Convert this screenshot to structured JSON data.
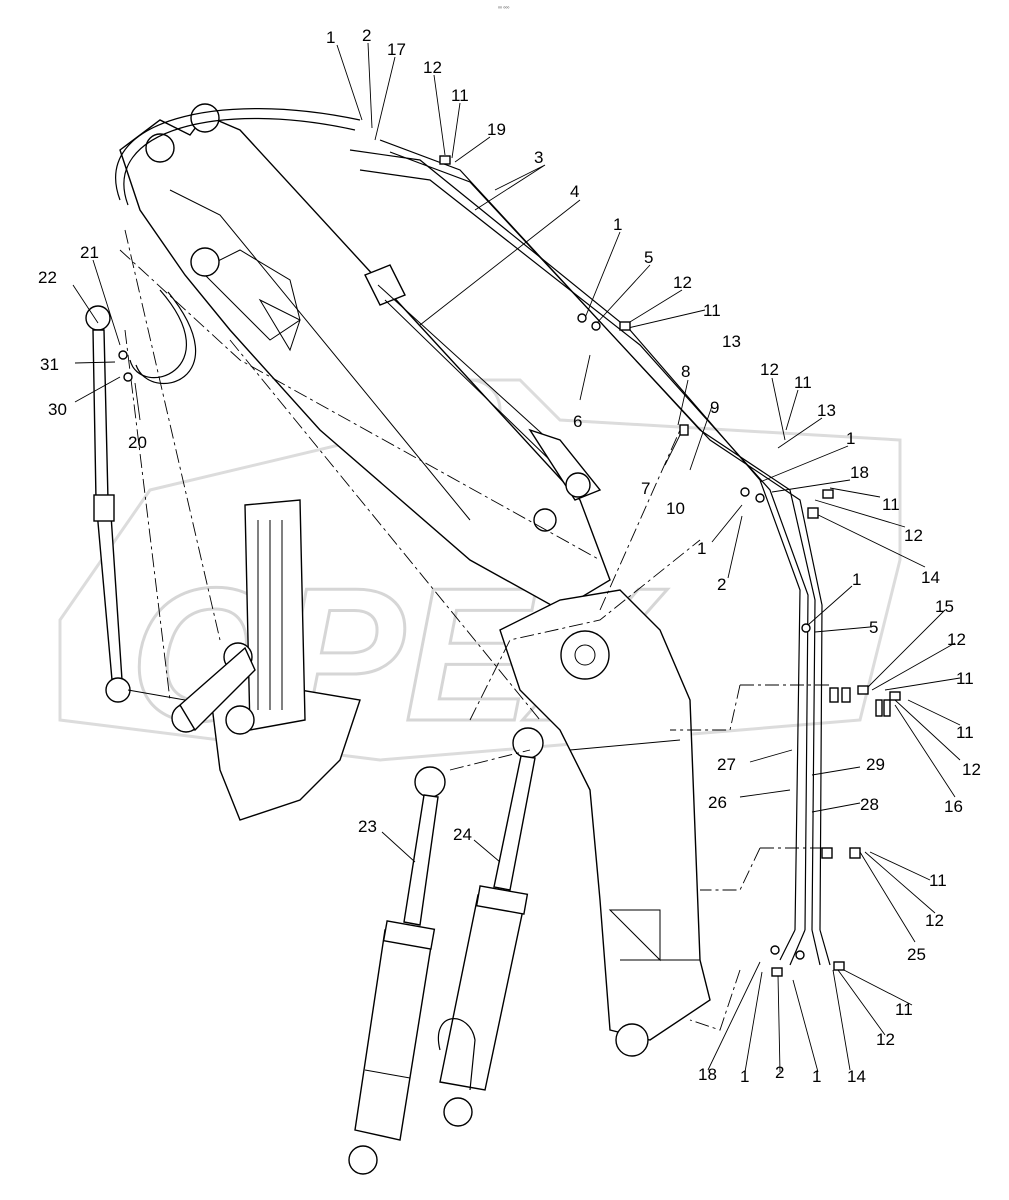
{
  "header": {
    "mark": "⁰⁰ ⁰⁰⁰"
  },
  "watermark": {
    "text": "OPEX"
  },
  "callouts": [
    {
      "text": "1"
    },
    {
      "text": "2"
    },
    {
      "text": "17"
    },
    {
      "text": "12"
    },
    {
      "text": "11"
    },
    {
      "text": "19"
    },
    {
      "text": "3"
    },
    {
      "text": "4"
    },
    {
      "text": "1"
    },
    {
      "text": "5"
    },
    {
      "text": "12"
    },
    {
      "text": "11"
    },
    {
      "text": "13"
    },
    {
      "text": "22"
    },
    {
      "text": "21"
    },
    {
      "text": "31"
    },
    {
      "text": "30"
    },
    {
      "text": "20"
    },
    {
      "text": "6"
    },
    {
      "text": "12"
    },
    {
      "text": "11"
    },
    {
      "text": "8"
    },
    {
      "text": "9"
    },
    {
      "text": "13"
    },
    {
      "text": "1"
    },
    {
      "text": "7"
    },
    {
      "text": "18"
    },
    {
      "text": "10"
    },
    {
      "text": "11"
    },
    {
      "text": "12"
    },
    {
      "text": "1"
    },
    {
      "text": "2"
    },
    {
      "text": "14"
    },
    {
      "text": "1"
    },
    {
      "text": "5"
    },
    {
      "text": "15"
    },
    {
      "text": "12"
    },
    {
      "text": "11"
    },
    {
      "text": "11"
    },
    {
      "text": "12"
    },
    {
      "text": "16"
    },
    {
      "text": "27"
    },
    {
      "text": "29"
    },
    {
      "text": "26"
    },
    {
      "text": "28"
    },
    {
      "text": "23"
    },
    {
      "text": "24"
    },
    {
      "text": "11"
    },
    {
      "text": "12"
    },
    {
      "text": "25"
    },
    {
      "text": "11"
    },
    {
      "text": "12"
    },
    {
      "text": "18"
    },
    {
      "text": "1"
    },
    {
      "text": "2"
    },
    {
      "text": "1"
    },
    {
      "text": "14"
    }
  ]
}
